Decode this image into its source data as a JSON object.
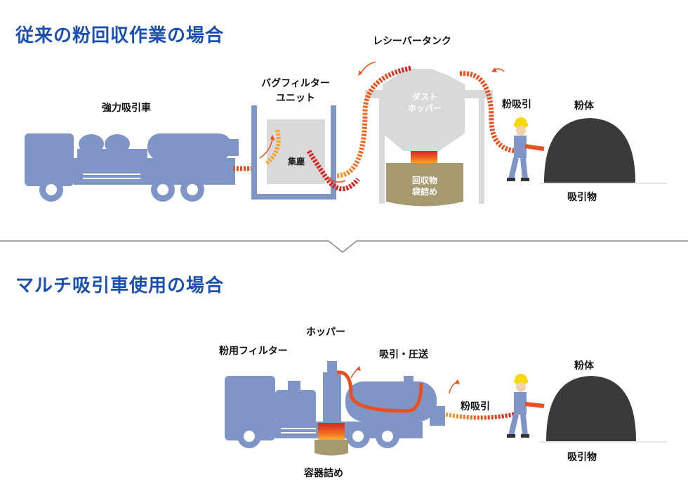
{
  "section1": {
    "title": "従来の粉回収作業の場合",
    "labels": {
      "receiver_tank": "レシーバータンク",
      "bag_filter_line1": "バグフィルター",
      "bag_filter_line2": "ユニット",
      "strong_suction_truck": "強力吸引車",
      "dust_collection": "集塵",
      "dust_hopper_line1": "ダスト",
      "dust_hopper_line2": "ホッパー",
      "bagging_line1": "回収物",
      "bagging_line2": "袋詰め",
      "powder_suction": "粉吸引",
      "powder": "粉体",
      "suctioned_material": "吸引物"
    }
  },
  "section2": {
    "title": "マルチ吸引車使用の場合",
    "labels": {
      "hopper": "ホッパー",
      "powder_filter": "粉用フィルター",
      "suction_pressure": "吸引・圧送",
      "powder_suction": "粉吸引",
      "powder": "粉体",
      "container_filling": "容器詰め",
      "suctioned_material": "吸引物"
    }
  },
  "colors": {
    "heading": "#1b4fb0",
    "vehicle": "#7f95c6",
    "equipment_light": "#d9d9d9",
    "bag": "#a59a6f",
    "powder_pile": "#3a3a3a",
    "hose_hot": "#e85d1f",
    "hose_red": "#d42424",
    "hose_yellow": "#f3a325"
  }
}
